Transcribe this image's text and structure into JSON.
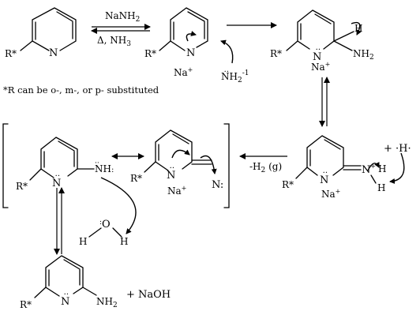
{
  "reagents": {
    "reagent": "NaNH",
    "reagent_sub": "2",
    "conditions": "Δ,   NH",
    "conditions_sub": "3"
  },
  "note": "*R can be o-, m-, or p- substituted",
  "labels": {
    "r_star": "R*",
    "n": "N",
    "n_anion": "N",
    "na_plus": "Na",
    "plus": "+",
    "nh2_anion": "NH",
    "nh2_anion_sub": "2",
    "nh2_anion_charge": "-1",
    "h": "H",
    "nh2": "NH",
    "nh2_sub": "2",
    "n_plus": "N",
    "h_radical": "+ ·H·",
    "loss_h2": "-H",
    "loss_h2_sub": "2",
    "loss_h2_state": " (g)",
    "nh_anion": "NH",
    "n_imine": "N:",
    "o": "O",
    "naoh": "+ NaOH"
  }
}
